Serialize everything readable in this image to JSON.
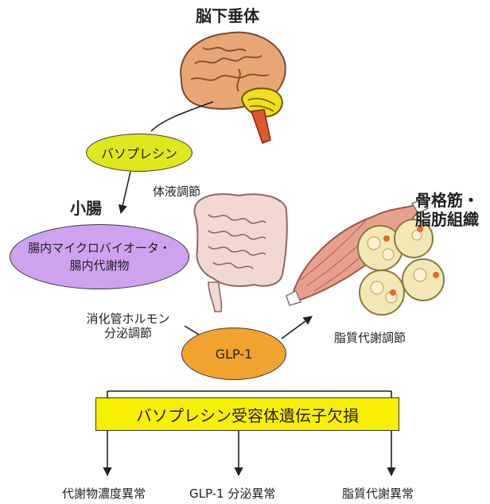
{
  "labels": {
    "pituitary": "脳下垂体",
    "small_intestine": "小腸",
    "muscle_fat_line1": "骨格筋・",
    "muscle_fat_line2": "脂肪組織",
    "fluid_regulation": "体液調節",
    "hormone_line1": "消化管ホルモン",
    "hormone_line2": "分泌調節",
    "lipid_regulation": "脂質代謝調節"
  },
  "nodes": {
    "vasopressin": "バソプレシン",
    "microbiota_line1": "腸内マイクロバイオータ・",
    "microbiota_line2": "腸内代謝物",
    "glp1": "GLP-1",
    "receptor_deletion": "バソプレシン受容体遺伝子欠損"
  },
  "outcomes": [
    "代謝物濃度異常",
    "GLP-1 分泌異常",
    "脂質代謝異常"
  ],
  "colors": {
    "vasopressin_fill": "#dfe81a",
    "microbiota_fill": "#cfa2f0",
    "glp1_fill": "#f2a22e",
    "receptor_box_fill": "#f8f000"
  }
}
